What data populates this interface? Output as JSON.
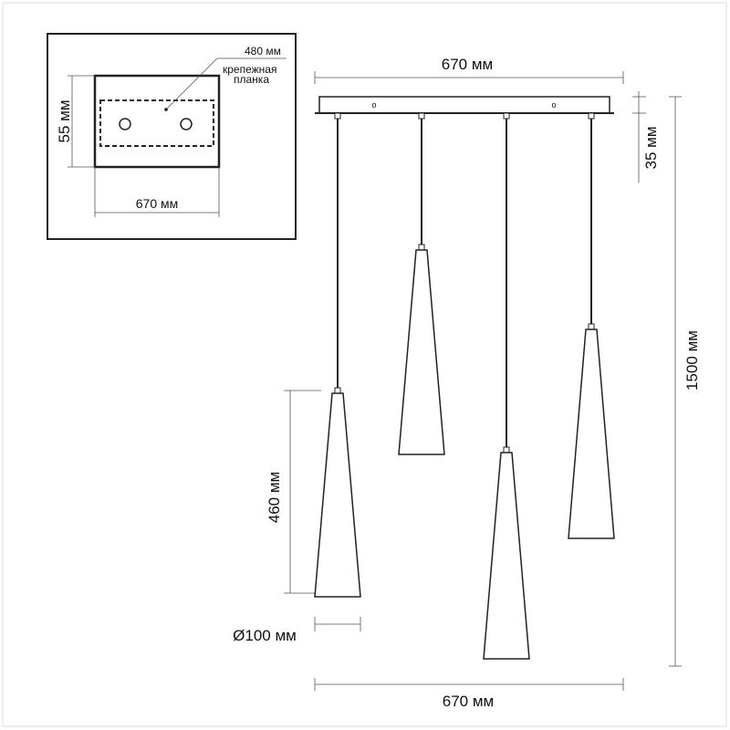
{
  "inset": {
    "mount_length": "480 мм",
    "mount_label_1": "крепежная",
    "mount_label_2": "планка",
    "height": "55 мм",
    "width": "670 мм"
  },
  "main": {
    "top_width": "670 мм",
    "canopy_height": "35 мм",
    "total_height": "1500 мм",
    "shade_height": "460 мм",
    "shade_diameter": "Ø100 мм",
    "bottom_width": "670 мм"
  },
  "colors": {
    "line": "#222222",
    "background": "#ffffff"
  }
}
